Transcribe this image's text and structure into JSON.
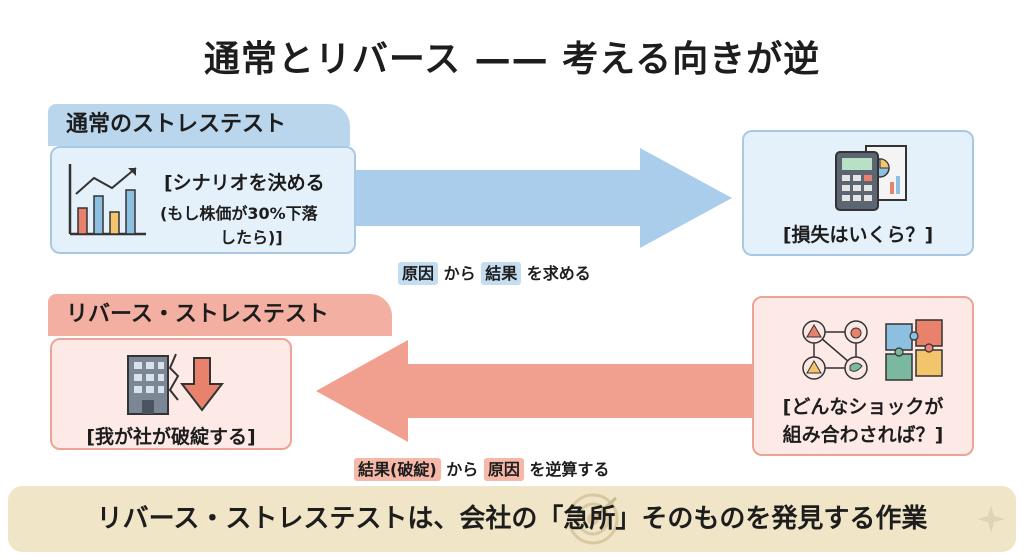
{
  "title": "通常とリバース —— 考える向きが逆",
  "normal": {
    "tab": "通常のストレステスト",
    "left_line1": "[シナリオを決める",
    "left_line2": "(もし株価が30%下落",
    "left_line3": "したら)]",
    "right_text": "[損失はいくら？]",
    "flow": {
      "a": "原因",
      "b": "から",
      "c": "結果",
      "d": "を求める"
    }
  },
  "reverse": {
    "tab": "リバース・ストレステスト",
    "left_text": "[我が社が破綻する]",
    "right_line1": "[どんなショックが",
    "right_line2": "組み合わされば？]",
    "flow": {
      "a": "結果(破綻)",
      "b": "から",
      "c": "原因",
      "d": "を逆算する"
    }
  },
  "banner": "リバース・ストレステストは、会社の「急所」そのものを発見する作業",
  "colors": {
    "blue_arrow": "#a9cdea",
    "red_arrow": "#f1a08f"
  }
}
